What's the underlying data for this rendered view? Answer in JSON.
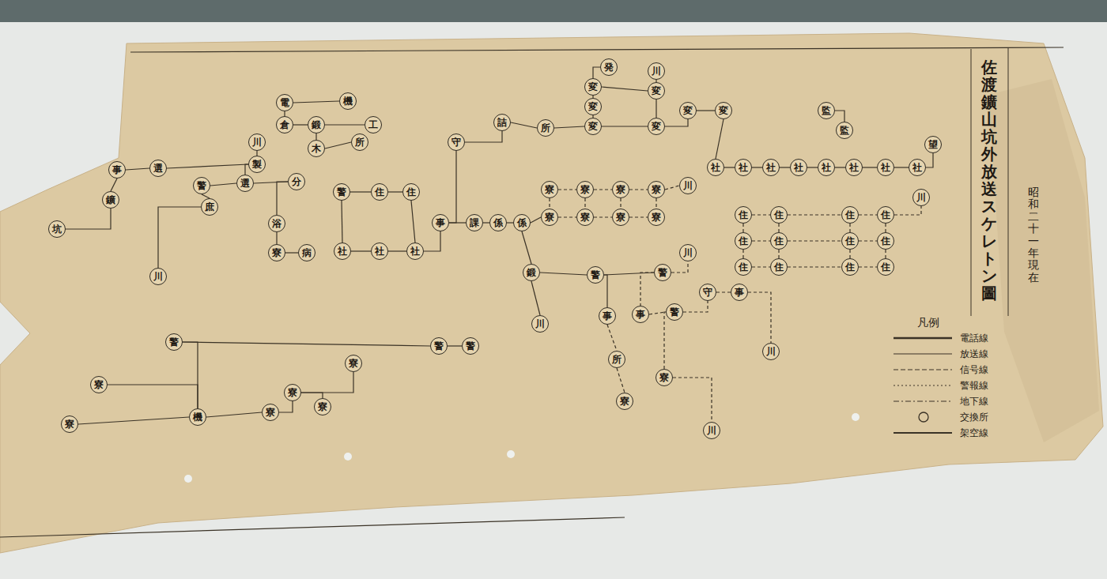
{
  "diagram": {
    "title": "佐渡鑛山坑外放送スケレトン圖",
    "nodes": [
      {
        "text": [
          "坑"
        ]
      },
      {
        "text": [
          "鑛"
        ]
      },
      {
        "text": [
          "事"
        ]
      },
      {
        "text": [
          "選"
        ]
      },
      {
        "text": [
          "製"
        ]
      },
      {
        "text": [
          "川"
        ]
      },
      {
        "text": [
          "電"
        ]
      },
      {
        "text": [
          "機"
        ]
      },
      {
        "text": [
          "工"
        ]
      },
      {
        "text": [
          "倉"
        ]
      },
      {
        "text": [
          "鍛"
        ]
      },
      {
        "text": [
          "木"
        ]
      },
      {
        "text": [
          "所"
        ]
      },
      {
        "text": [
          "警"
        ]
      },
      {
        "text": [
          "選"
        ]
      },
      {
        "text": [
          "分"
        ]
      },
      {
        "text": [
          "庶"
        ]
      },
      {
        "text": [
          "川"
        ]
      },
      {
        "text": [
          "浴"
        ]
      },
      {
        "text": [
          "寮"
        ]
      },
      {
        "text": [
          "病"
        ]
      },
      {
        "text": [
          "警"
        ]
      },
      {
        "text": [
          "住"
        ]
      },
      {
        "text": [
          "住"
        ]
      },
      {
        "text": [
          "社"
        ]
      },
      {
        "text": [
          "社"
        ]
      },
      {
        "text": [
          "社"
        ]
      },
      {
        "text": [
          "事"
        ]
      },
      {
        "text": [
          "課"
        ]
      },
      {
        "text": [
          "係"
        ]
      },
      {
        "text": [
          "係"
        ]
      },
      {
        "text": [
          "守"
        ]
      },
      {
        "text": [
          "詰"
        ]
      },
      {
        "text": [
          "所"
        ]
      },
      {
        "text": [
          "発"
        ]
      },
      {
        "text": [
          "変"
        ]
      },
      {
        "text": [
          "変"
        ]
      },
      {
        "text": [
          "変"
        ]
      },
      {
        "text": [
          "川"
        ]
      },
      {
        "text": [
          "変"
        ]
      },
      {
        "text": [
          "変"
        ]
      },
      {
        "text": [
          "変"
        ]
      },
      {
        "text": [
          "変"
        ]
      },
      {
        "text": [
          "監"
        ]
      },
      {
        "text": [
          "監"
        ]
      },
      {
        "text": [
          "社"
        ]
      },
      {
        "text": [
          "社"
        ]
      },
      {
        "text": [
          "社"
        ]
      },
      {
        "text": [
          "社"
        ]
      },
      {
        "text": [
          "社"
        ]
      },
      {
        "text": [
          "社"
        ]
      },
      {
        "text": [
          "社"
        ]
      },
      {
        "text": [
          "社"
        ]
      },
      {
        "text": [
          "望"
        ]
      },
      {
        "text": [
          "寮"
        ]
      },
      {
        "text": [
          "寮"
        ]
      },
      {
        "text": [
          "寮"
        ]
      },
      {
        "text": [
          "寮"
        ]
      },
      {
        "text": [
          "寮"
        ]
      },
      {
        "text": [
          "寮"
        ]
      },
      {
        "text": [
          "寮"
        ]
      },
      {
        "text": [
          "寮"
        ]
      },
      {
        "text": [
          "川"
        ]
      },
      {
        "text": [
          "住"
        ]
      },
      {
        "text": [
          "住"
        ]
      },
      {
        "text": [
          "住"
        ]
      },
      {
        "text": [
          "住"
        ]
      },
      {
        "text": [
          "住"
        ]
      },
      {
        "text": [
          "住"
        ]
      },
      {
        "text": [
          "住"
        ]
      },
      {
        "text": [
          "住"
        ]
      },
      {
        "text": [
          "住"
        ]
      },
      {
        "text": [
          "住"
        ]
      },
      {
        "text": [
          "住"
        ]
      },
      {
        "text": [
          "住"
        ]
      },
      {
        "text": [
          "川"
        ]
      },
      {
        "text": [
          "鍛"
        ]
      },
      {
        "text": [
          "警"
        ]
      },
      {
        "text": [
          "警"
        ]
      },
      {
        "text": [
          "事"
        ]
      },
      {
        "text": [
          "事"
        ]
      },
      {
        "text": [
          "警"
        ]
      },
      {
        "text": [
          "所"
        ]
      },
      {
        "text": [
          "寮"
        ]
      },
      {
        "text": [
          "寮"
        ]
      },
      {
        "text": [
          "川"
        ]
      },
      {
        "text": [
          "川"
        ]
      },
      {
        "text": [
          "川"
        ]
      },
      {
        "text": [
          "守"
        ]
      },
      {
        "text": [
          "事"
        ]
      },
      {
        "text": [
          "川"
        ]
      },
      {
        "text": [
          "寮"
        ]
      },
      {
        "text": [
          "寮"
        ]
      },
      {
        "text": [
          "警"
        ]
      },
      {
        "text": [
          "機"
        ]
      },
      {
        "text": [
          "寮"
        ]
      },
      {
        "text": [
          "寮"
        ]
      },
      {
        "text": [
          "寮"
        ]
      },
      {
        "text": [
          "寮"
        ]
      },
      {
        "text": [
          "警"
        ]
      },
      {
        "text": [
          "警"
        ]
      }
    ],
    "edges": [
      {
        "from": 0,
        "to": 1,
        "arrow": "none"
      },
      {
        "from": 1,
        "to": 2,
        "arrow": "none"
      },
      {
        "from": 2,
        "to": 3,
        "arrow": "none"
      },
      {
        "from": 3,
        "to": 4,
        "arrow": "none"
      },
      {
        "from": 4,
        "to": 5,
        "arrow": "none"
      },
      {
        "from": 6,
        "to": 7,
        "arrow": "none"
      },
      {
        "from": 6,
        "to": 9,
        "arrow": "none"
      },
      {
        "from": 9,
        "to": 10,
        "arrow": "none"
      },
      {
        "from": 10,
        "to": 8,
        "arrow": "none"
      },
      {
        "from": 10,
        "to": 11,
        "arrow": "none"
      },
      {
        "from": 11,
        "to": 12,
        "arrow": "none"
      },
      {
        "from": 4,
        "to": 14,
        "arrow": "none"
      },
      {
        "from": 13,
        "to": 14,
        "arrow": "none"
      },
      {
        "from": 14,
        "to": 15,
        "arrow": "none"
      },
      {
        "from": 13,
        "to": 16,
        "arrow": "none"
      },
      {
        "from": 16,
        "to": 17,
        "arrow": "none"
      },
      {
        "from": 15,
        "to": 18,
        "arrow": "none"
      },
      {
        "from": 18,
        "to": 19,
        "arrow": "none"
      },
      {
        "from": 19,
        "to": 20,
        "arrow": "none"
      },
      {
        "from": 21,
        "to": 22,
        "arrow": "none"
      },
      {
        "from": 22,
        "to": 23,
        "arrow": "none"
      },
      {
        "from": 24,
        "to": 25,
        "arrow": "none"
      },
      {
        "from": 25,
        "to": 26,
        "arrow": "none"
      },
      {
        "from": 21,
        "to": 24,
        "arrow": "none"
      },
      {
        "from": 23,
        "to": 26,
        "arrow": "none"
      },
      {
        "from": 26,
        "to": 27,
        "arrow": "none"
      },
      {
        "from": 27,
        "to": 28,
        "arrow": "none"
      },
      {
        "from": 28,
        "to": 29,
        "arrow": "none"
      },
      {
        "from": 29,
        "to": 30,
        "arrow": "none"
      },
      {
        "from": 27,
        "to": 31,
        "arrow": "none"
      },
      {
        "from": 31,
        "to": 32,
        "arrow": "none"
      },
      {
        "from": 32,
        "to": 33,
        "arrow": "none"
      },
      {
        "from": 33,
        "to": 37,
        "arrow": "none"
      },
      {
        "from": 34,
        "to": 35,
        "arrow": "none"
      },
      {
        "from": 35,
        "to": 36,
        "arrow": "none"
      },
      {
        "from": 36,
        "to": 37,
        "arrow": "none"
      },
      {
        "from": 38,
        "to": 39,
        "arrow": "none"
      },
      {
        "from": 39,
        "to": 40,
        "arrow": "none"
      },
      {
        "from": 35,
        "to": 39,
        "arrow": "none"
      },
      {
        "from": 37,
        "to": 40,
        "arrow": "none"
      },
      {
        "from": 40,
        "to": 41,
        "arrow": "none"
      },
      {
        "from": 41,
        "to": 42,
        "arrow": "none"
      },
      {
        "from": 42,
        "to": 45,
        "arrow": "none"
      },
      {
        "from": 43,
        "to": 44,
        "arrow": "none"
      },
      {
        "from": 45,
        "to": 46,
        "arrow": "none"
      },
      {
        "from": 46,
        "to": 47,
        "arrow": "none"
      },
      {
        "from": 47,
        "to": 48,
        "arrow": "none"
      },
      {
        "from": 48,
        "to": 49,
        "arrow": "none"
      },
      {
        "from": 49,
        "to": 50,
        "arrow": "none"
      },
      {
        "from": 50,
        "to": 51,
        "arrow": "none"
      },
      {
        "from": 51,
        "to": 52,
        "arrow": "none"
      },
      {
        "from": 52,
        "to": 53,
        "arrow": "none"
      },
      {
        "from": 30,
        "to": 58,
        "arrow": "none"
      },
      {
        "from": 54,
        "to": 55,
        "arrow": "none"
      },
      {
        "from": 55,
        "to": 56,
        "arrow": "none"
      },
      {
        "from": 56,
        "to": 57,
        "arrow": "none"
      },
      {
        "from": 58,
        "to": 59,
        "arrow": "none"
      },
      {
        "from": 59,
        "to": 60,
        "arrow": "none"
      },
      {
        "from": 60,
        "to": 61,
        "arrow": "none"
      },
      {
        "from": 54,
        "to": 58,
        "arrow": "none"
      },
      {
        "from": 55,
        "to": 59,
        "arrow": "none"
      },
      {
        "from": 56,
        "to": 60,
        "arrow": "none"
      },
      {
        "from": 57,
        "to": 61,
        "arrow": "none"
      },
      {
        "from": 57,
        "to": 62,
        "arrow": "none"
      },
      {
        "from": 63,
        "to": 64,
        "arrow": "none"
      },
      {
        "from": 64,
        "to": 65,
        "arrow": "none"
      },
      {
        "from": 65,
        "to": 66,
        "arrow": "none"
      },
      {
        "from": 67,
        "to": 68,
        "arrow": "none"
      },
      {
        "from": 68,
        "to": 69,
        "arrow": "none"
      },
      {
        "from": 69,
        "to": 70,
        "arrow": "none"
      },
      {
        "from": 71,
        "to": 72,
        "arrow": "none"
      },
      {
        "from": 72,
        "to": 73,
        "arrow": "none"
      },
      {
        "from": 73,
        "to": 74,
        "arrow": "none"
      },
      {
        "from": 63,
        "to": 67,
        "arrow": "none"
      },
      {
        "from": 67,
        "to": 71,
        "arrow": "none"
      },
      {
        "from": 64,
        "to": 68,
        "arrow": "none"
      },
      {
        "from": 68,
        "to": 72,
        "arrow": "none"
      },
      {
        "from": 65,
        "to": 69,
        "arrow": "none"
      },
      {
        "from": 69,
        "to": 73,
        "arrow": "none"
      },
      {
        "from": 66,
        "to": 70,
        "arrow": "none"
      },
      {
        "from": 70,
        "to": 74,
        "arrow": "none"
      },
      {
        "from": 66,
        "to": 75,
        "arrow": "none"
      },
      {
        "from": 30,
        "to": 76,
        "arrow": "none"
      },
      {
        "from": 76,
        "to": 77,
        "arrow": "none"
      },
      {
        "from": 77,
        "to": 78,
        "arrow": "none"
      },
      {
        "from": 78,
        "to": 87,
        "arrow": "none"
      },
      {
        "from": 77,
        "to": 79,
        "arrow": "none"
      },
      {
        "from": 79,
        "to": 82,
        "arrow": "none"
      },
      {
        "from": 82,
        "to": 84,
        "arrow": "none"
      },
      {
        "from": 80,
        "to": 81,
        "arrow": "none"
      },
      {
        "from": 81,
        "to": 83,
        "arrow": "none"
      },
      {
        "from": 83,
        "to": 85,
        "arrow": "none"
      },
      {
        "from": 78,
        "to": 80,
        "arrow": "none"
      },
      {
        "from": 76,
        "to": 86,
        "arrow": "none"
      },
      {
        "from": 81,
        "to": 88,
        "arrow": "none"
      },
      {
        "from": 88,
        "to": 89,
        "arrow": "none"
      },
      {
        "from": 89,
        "to": 90,
        "arrow": "none"
      },
      {
        "from": 91,
        "to": 94,
        "arrow": "none"
      },
      {
        "from": 92,
        "to": 94,
        "arrow": "none"
      },
      {
        "from": 93,
        "to": 94,
        "arrow": "none"
      },
      {
        "from": 94,
        "to": 95,
        "arrow": "none"
      },
      {
        "from": 95,
        "to": 96,
        "arrow": "none"
      },
      {
        "from": 96,
        "to": 98,
        "arrow": "none"
      },
      {
        "from": 96,
        "to": 97,
        "arrow": "none"
      },
      {
        "from": 93,
        "to": 99,
        "arrow": "none"
      },
      {
        "from": 99,
        "to": 100,
        "arrow": "none"
      }
    ],
    "labels": [
      "昭和二十一年現在",
      "凡例"
    ],
    "legend": [
      {
        "text": "電話線"
      },
      {
        "text": "放送線"
      },
      {
        "text": "信号線"
      },
      {
        "text": "警報線"
      },
      {
        "text": "地下線"
      },
      {
        "text": "交換所"
      },
      {
        "text": "架空線"
      }
    ]
  }
}
